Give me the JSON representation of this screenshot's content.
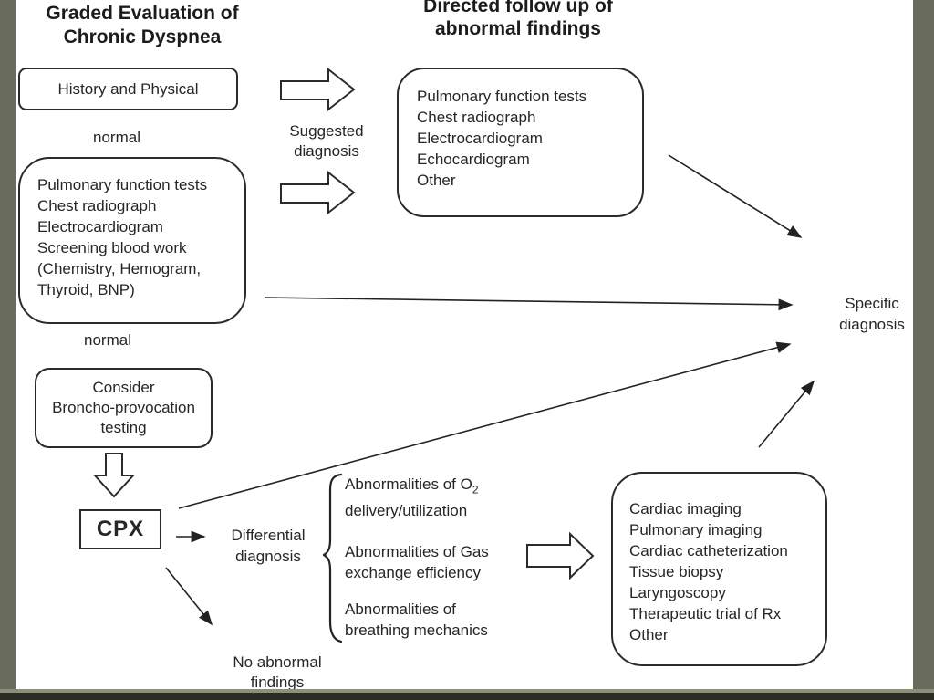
{
  "slide": {
    "left_column_title": {
      "line1": "Graded Evaluation of",
      "line2": "Chronic Dyspnea"
    },
    "right_column_title": {
      "line1": "Directed follow up of",
      "line2": "abnormal findings"
    }
  },
  "boxes": {
    "history": {
      "label": "History and Physical"
    },
    "initial_tests": {
      "lines": [
        "Pulmonary function tests",
        "Chest radiograph",
        "Electrocardiogram",
        "Screening blood work",
        "(Chemistry, Hemogram,",
        "Thyroid, BNP)"
      ]
    },
    "directed_tests": {
      "lines": [
        "Pulmonary function tests",
        "Chest radiograph",
        "Electrocardiogram",
        "Echocardiogram",
        "Other"
      ]
    },
    "consider": {
      "lines": [
        "Consider",
        "Broncho-provocation",
        "testing"
      ]
    },
    "cpx": {
      "label": "CPX"
    },
    "followup_tests": {
      "lines": [
        "Cardiac imaging",
        "Pulmonary imaging",
        "Cardiac catheterization",
        "Tissue biopsy",
        "Laryngoscopy",
        "Therapeutic trial of Rx",
        "Other"
      ]
    }
  },
  "labels": {
    "normal_after_history": "normal",
    "normal_after_tests": "normal",
    "suggested": {
      "line1": "Suggested",
      "line2": "diagnosis"
    },
    "differential": {
      "line1": "Differential",
      "line2": "diagnosis"
    },
    "specific": {
      "line1": "Specific",
      "line2": "diagnosis"
    },
    "no_abnormal": {
      "line1": "No abnormal",
      "line2": "findings"
    }
  },
  "abnormalities": [
    {
      "line1_main": "Abnormalities of O",
      "line1_sub": "2",
      "line2": "delivery/utilization"
    },
    {
      "line1_main": "Abnormalities of Gas",
      "line1_sub": "",
      "line2": "exchange efficiency"
    },
    {
      "line1_main": "Abnormalities of",
      "line1_sub": "",
      "line2": "breathing mechanics"
    }
  ],
  "colors": {
    "frame_olive": "#6a6c5b",
    "frame_dark_bar": "#2b2c24",
    "frame_light_line": "#8d9078",
    "ink": "#262626",
    "canvas": "#ffffff"
  }
}
